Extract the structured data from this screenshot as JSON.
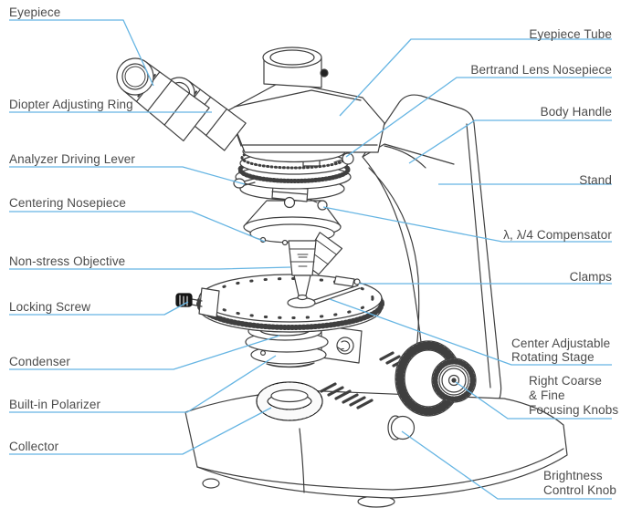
{
  "diagram": {
    "subject": "Polarizing microscope labeled line-art diagram",
    "colors": {
      "leader_line": "#66b5e3",
      "line_art": "#3f3f3f",
      "label_text": "#4b4b4b",
      "background": "#ffffff"
    },
    "labels": {
      "left": [
        {
          "text": "Eyepiece"
        },
        {
          "text": "Diopter Adjusting Ring"
        },
        {
          "text": "Analyzer Driving Lever"
        },
        {
          "text": "Centering Nosepiece"
        },
        {
          "text": "Non-stress Objective"
        },
        {
          "text": "Locking Screw"
        },
        {
          "text": "Condenser"
        },
        {
          "text": "Built-in Polarizer"
        },
        {
          "text": "Collector"
        }
      ],
      "right": [
        {
          "text": "Eyepiece Tube"
        },
        {
          "text": "Bertrand Lens Nosepiece"
        },
        {
          "text": "Body Handle"
        },
        {
          "text": "Stand"
        },
        {
          "text": "λ, λ/4 Compensator"
        },
        {
          "text": "Clamps"
        },
        {
          "text": "Center Adjustable Rotating Stage",
          "lines": [
            "Center Adjustable",
            "Rotating Stage"
          ]
        },
        {
          "text": "Right Coarse & Fine Focusing Knobs",
          "lines": [
            "Right Coarse",
            "& Fine",
            "Focusing Knobs"
          ]
        },
        {
          "text": "Brightness Control Knob",
          "lines": [
            "Brightness",
            "Control Knob"
          ]
        }
      ]
    }
  }
}
